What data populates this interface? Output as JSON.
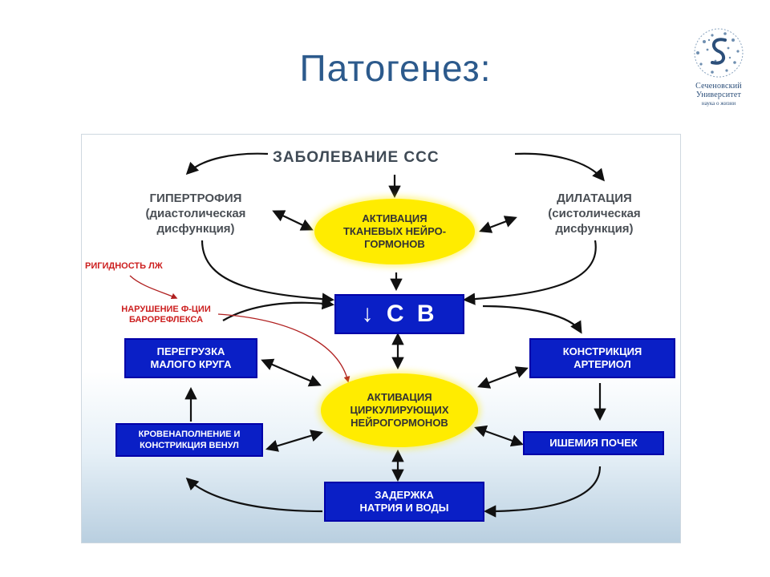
{
  "slide": {
    "title": "Патогенез:"
  },
  "logo": {
    "line1": "Сеченовский",
    "line2": "Университет",
    "line3": "наука о жизни"
  },
  "diagram": {
    "top": "ЗАБОЛЕВАНИЕ ССС",
    "left_header": [
      "ГИПЕРТРОФИЯ",
      "(диастолическая",
      "дисфункция)"
    ],
    "right_header": [
      "ДИЛАТАЦИЯ",
      "(систолическая",
      "дисфункция)"
    ],
    "red_notes": [
      "РИГИДНОСТЬ ЛЖ",
      "НАРУШЕНИЕ Ф-ЦИИ",
      "БАРОРЕФЛЕКСА"
    ],
    "ellipse_top": [
      "АКТИВАЦИЯ",
      "ТКАНЕВЫХ НЕЙРО-",
      "ГОРМОНОВ"
    ],
    "ellipse_bottom": [
      "АКТИВАЦИЯ",
      "ЦИРКУЛИРУЮЩИХ",
      "НЕЙРОГОРМОНОВ"
    ],
    "center_box": "↓ С В",
    "box_left_top": [
      "ПЕРЕГРУЗКА",
      "МАЛОГО КРУГА"
    ],
    "box_left_bottom": [
      "КРОВЕНАПОЛНЕНИЕ И",
      "КОНСТРИКЦИЯ ВЕНУЛ"
    ],
    "box_right_top": [
      "КОНСТРИКЦИЯ",
      "АРТЕРИОЛ"
    ],
    "box_right_bottom": "ИШЕМИЯ ПОЧЕК",
    "box_bottom": [
      "ЗАДЕРЖКА",
      "НАТРИЯ И ВОДЫ"
    ]
  },
  "colors": {
    "title": "#2c5a8c",
    "ellipse": "#ffec00",
    "box": "#0a1fc6",
    "red_note": "#cc1f1f"
  }
}
